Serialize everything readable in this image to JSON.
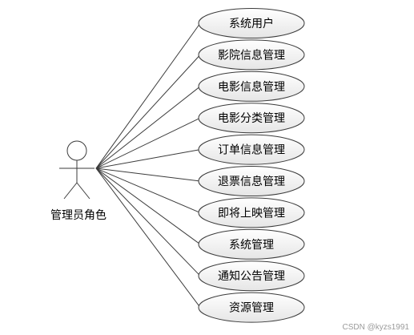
{
  "actor": {
    "name": "管理员角色"
  },
  "use_cases": [
    {
      "label": "系统用户"
    },
    {
      "label": "影院信息管理"
    },
    {
      "label": "电影信息管理"
    },
    {
      "label": "电影分类管理"
    },
    {
      "label": "订单信息管理"
    },
    {
      "label": "退票信息管理"
    },
    {
      "label": "即将上映管理"
    },
    {
      "label": "系统管理"
    },
    {
      "label": "通知公告管理"
    },
    {
      "label": "资源管理"
    }
  ],
  "watermark": "CSDN @kyzs1991",
  "colors": {
    "stroke": "#3b3b3b",
    "ellipse_fill_top": "#ffffff",
    "ellipse_fill_bottom": "#e6e6e6"
  }
}
